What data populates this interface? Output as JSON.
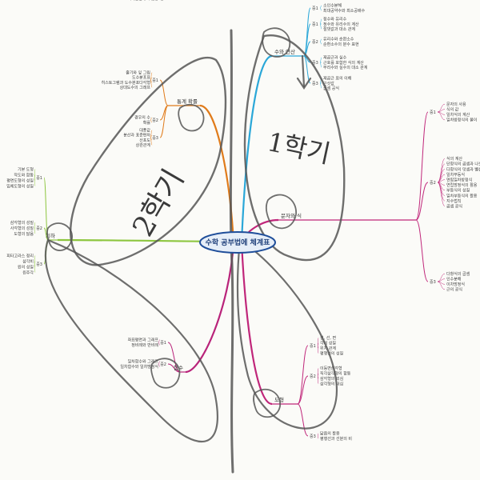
{
  "root": {
    "label": "수학 공부법에 체계표"
  },
  "colors": {
    "unit1": "#2aa7d8",
    "unit2": "#e07b1a",
    "unit3": "#c0267a",
    "unit4": "#8dc63f",
    "unit5": "#b9237a",
    "unit6": "#c0267a",
    "handwriting": "#555555",
    "root_border": "#1f4e9a",
    "root_fill": "#e6eef8"
  },
  "annotations": {
    "right_big": "1학기",
    "left_big": "2학기"
  },
  "branches": [
    {
      "key": "unit1",
      "label": "수와 연산",
      "groups": [
        {
          "label": "중1",
          "items": [
            "소인수분해",
            "최대공약수와 최소공배수"
          ]
        },
        {
          "label": "중1",
          "items": [
            "정수와 유리수",
            "정수와 유리수의 계산",
            "절댓값과 대소 관계"
          ]
        },
        {
          "label": "중2",
          "items": [
            "유리수와 순환소수",
            "순환소수의 분수 표현"
          ]
        },
        {
          "label": "중3",
          "items": [
            "제곱근과 실수",
            "근호를 포함한 식의 계산",
            "무리수와 실수의 대소 관계"
          ]
        },
        {
          "label": "중3",
          "items": [
            "제곱근 표의 이해",
            "근삿값",
            "곱셈 공식"
          ]
        }
      ]
    },
    {
      "key": "unit2",
      "label": "통계 확률",
      "groups": [
        {
          "label": "중1",
          "items": [
            "줄기와 잎 그림",
            "도수분포표",
            "히스토그램과 도수분포다각형",
            "상대도수의 그래프"
          ]
        },
        {
          "label": "중2",
          "items": [
            "경우의 수",
            "확률"
          ]
        },
        {
          "label": "중3",
          "items": [
            "대푯값",
            "분산과 표준편차",
            "산포도",
            "상관관계"
          ]
        }
      ]
    },
    {
      "key": "unit3",
      "label": "문자와 식",
      "groups": [
        {
          "label": "중1",
          "items": [
            "문자의 사용",
            "식의 값",
            "일차식의 계산",
            "일차방정식의 풀이"
          ]
        },
        {
          "label": "중2",
          "items": [
            "식의 계산",
            "단항식의 곱셈과 나눗셈",
            "다항식의 덧셈과 뺄셈",
            "일차부등식",
            "연립일차방정식",
            "연립방정식의 활용",
            "부등식의 성질",
            "일차부등식의 활용",
            "지수법칙",
            "곱셈 공식"
          ]
        },
        {
          "label": "중3",
          "items": [
            "다항식의 곱셈",
            "인수분해",
            "이차방정식",
            "근의 공식"
          ]
        }
      ]
    },
    {
      "key": "unit4",
      "label": "기하",
      "groups": [
        {
          "label": "중1",
          "items": [
            "기본 도형",
            "작도와 합동",
            "평면도형의 성질",
            "입체도형의 성질"
          ]
        },
        {
          "label": "중2",
          "items": [
            "삼각형의 성질",
            "사각형의 성질",
            "도형의 닮음"
          ]
        },
        {
          "label": "중3",
          "items": [
            "피타고라스 정리",
            "삼각비",
            "원의 성질",
            "원주각"
          ]
        }
      ]
    },
    {
      "key": "unit5",
      "label": "함수",
      "groups": [
        {
          "label": "중1",
          "items": [
            "좌표평면과 그래프",
            "정비례와 반비례"
          ]
        },
        {
          "label": "중2",
          "items": [
            "일차함수와 그래프",
            "일차함수와 일차방정식"
          ]
        },
        {
          "label": "중3",
          "items": [
            "이차함수와 그래프",
            "이차함수의 활용"
          ]
        }
      ]
    },
    {
      "key": "unit6",
      "label": "도형",
      "groups": [
        {
          "label": "중1",
          "items": [
            "점, 선, 면",
            "각의 성질",
            "위치 관계",
            "평행선의 성질"
          ]
        },
        {
          "label": "중2",
          "items": [
            "이등변삼각형",
            "직각삼각형의 합동",
            "삼각형의 외심",
            "삼각형의 내심"
          ]
        },
        {
          "label": "중3",
          "items": [
            "닮음의 활용",
            "평행선과 선분의 비"
          ]
        }
      ]
    }
  ]
}
